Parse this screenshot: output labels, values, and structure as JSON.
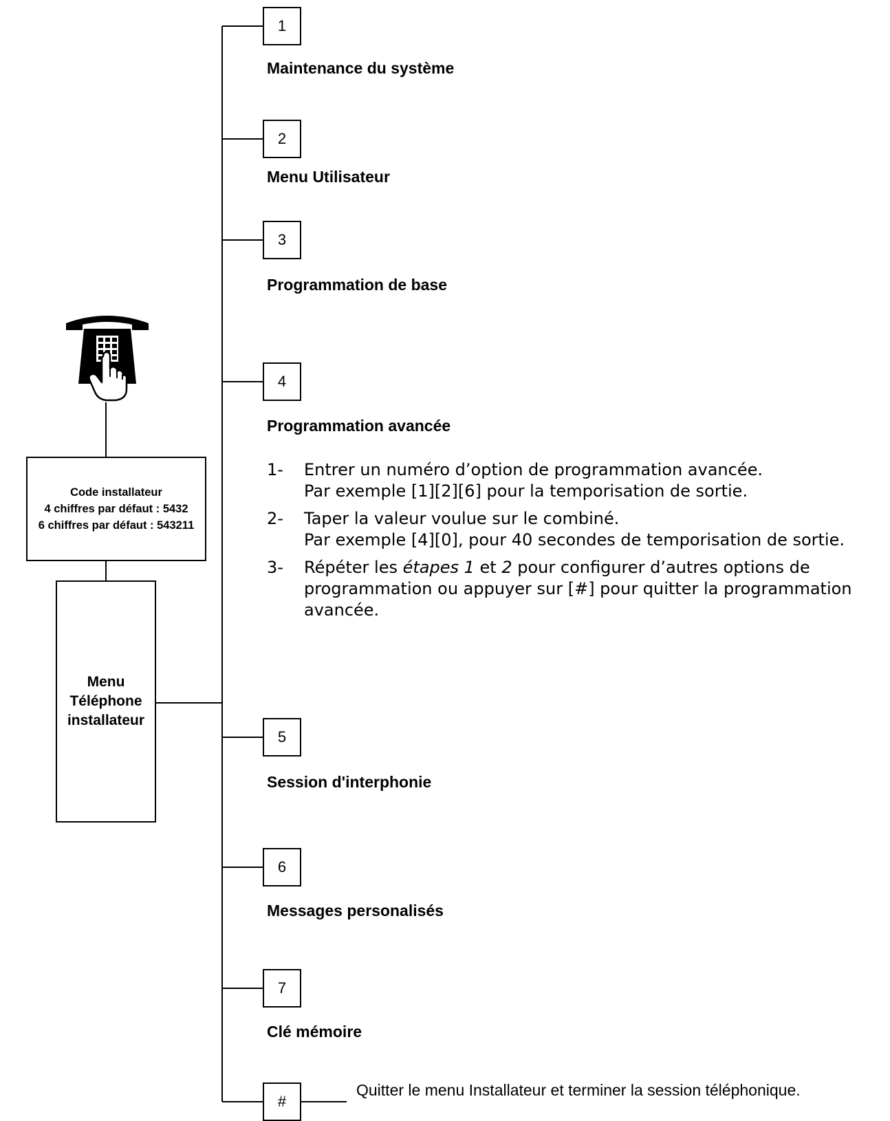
{
  "menu_items": [
    {
      "key": "1",
      "label": "Maintenance du système"
    },
    {
      "key": "2",
      "label": "Menu Utilisateur"
    },
    {
      "key": "3",
      "label": "Programmation de base"
    },
    {
      "key": "4",
      "label": "Programmation avancée"
    },
    {
      "key": "5",
      "label": "Session d'interphonie"
    },
    {
      "key": "6",
      "label": "Messages personalisés"
    },
    {
      "key": "7",
      "label": "Clé mémoire"
    }
  ],
  "exit": {
    "key": "#",
    "text": "Quitter le menu Installateur et terminer la session téléphonique."
  },
  "code_box": {
    "line1": "Code installateur",
    "line2": "4 chiffres par défaut : 5432",
    "line3": "6 chiffres par défaut : 543211"
  },
  "menu_box": {
    "line1": "Menu",
    "line2": "Téléphone",
    "line3": "installateur"
  },
  "steps": [
    {
      "num": "1-",
      "line1": "Entrer un numéro d’option de programmation avancée.",
      "line2": "Par exemple [1][2][6] pour la temporisation de sortie."
    },
    {
      "num": "2-",
      "line1": "Taper la valeur voulue sur le combiné.",
      "line2": "Par exemple [4][0], pour 40 secondes de temporisation de sortie."
    },
    {
      "num": "3-",
      "line1_pre": "Répéter les ",
      "line1_em1": "étapes 1",
      "line1_mid": " et ",
      "line1_em2": "2",
      "line1_post": " pour configurer d’autres options de",
      "line2": "programmation ou appuyer sur [#] pour quitter la programmation",
      "line3": "avancée."
    }
  ],
  "icons": {
    "phone": "telephone-keypad-hand-icon"
  }
}
